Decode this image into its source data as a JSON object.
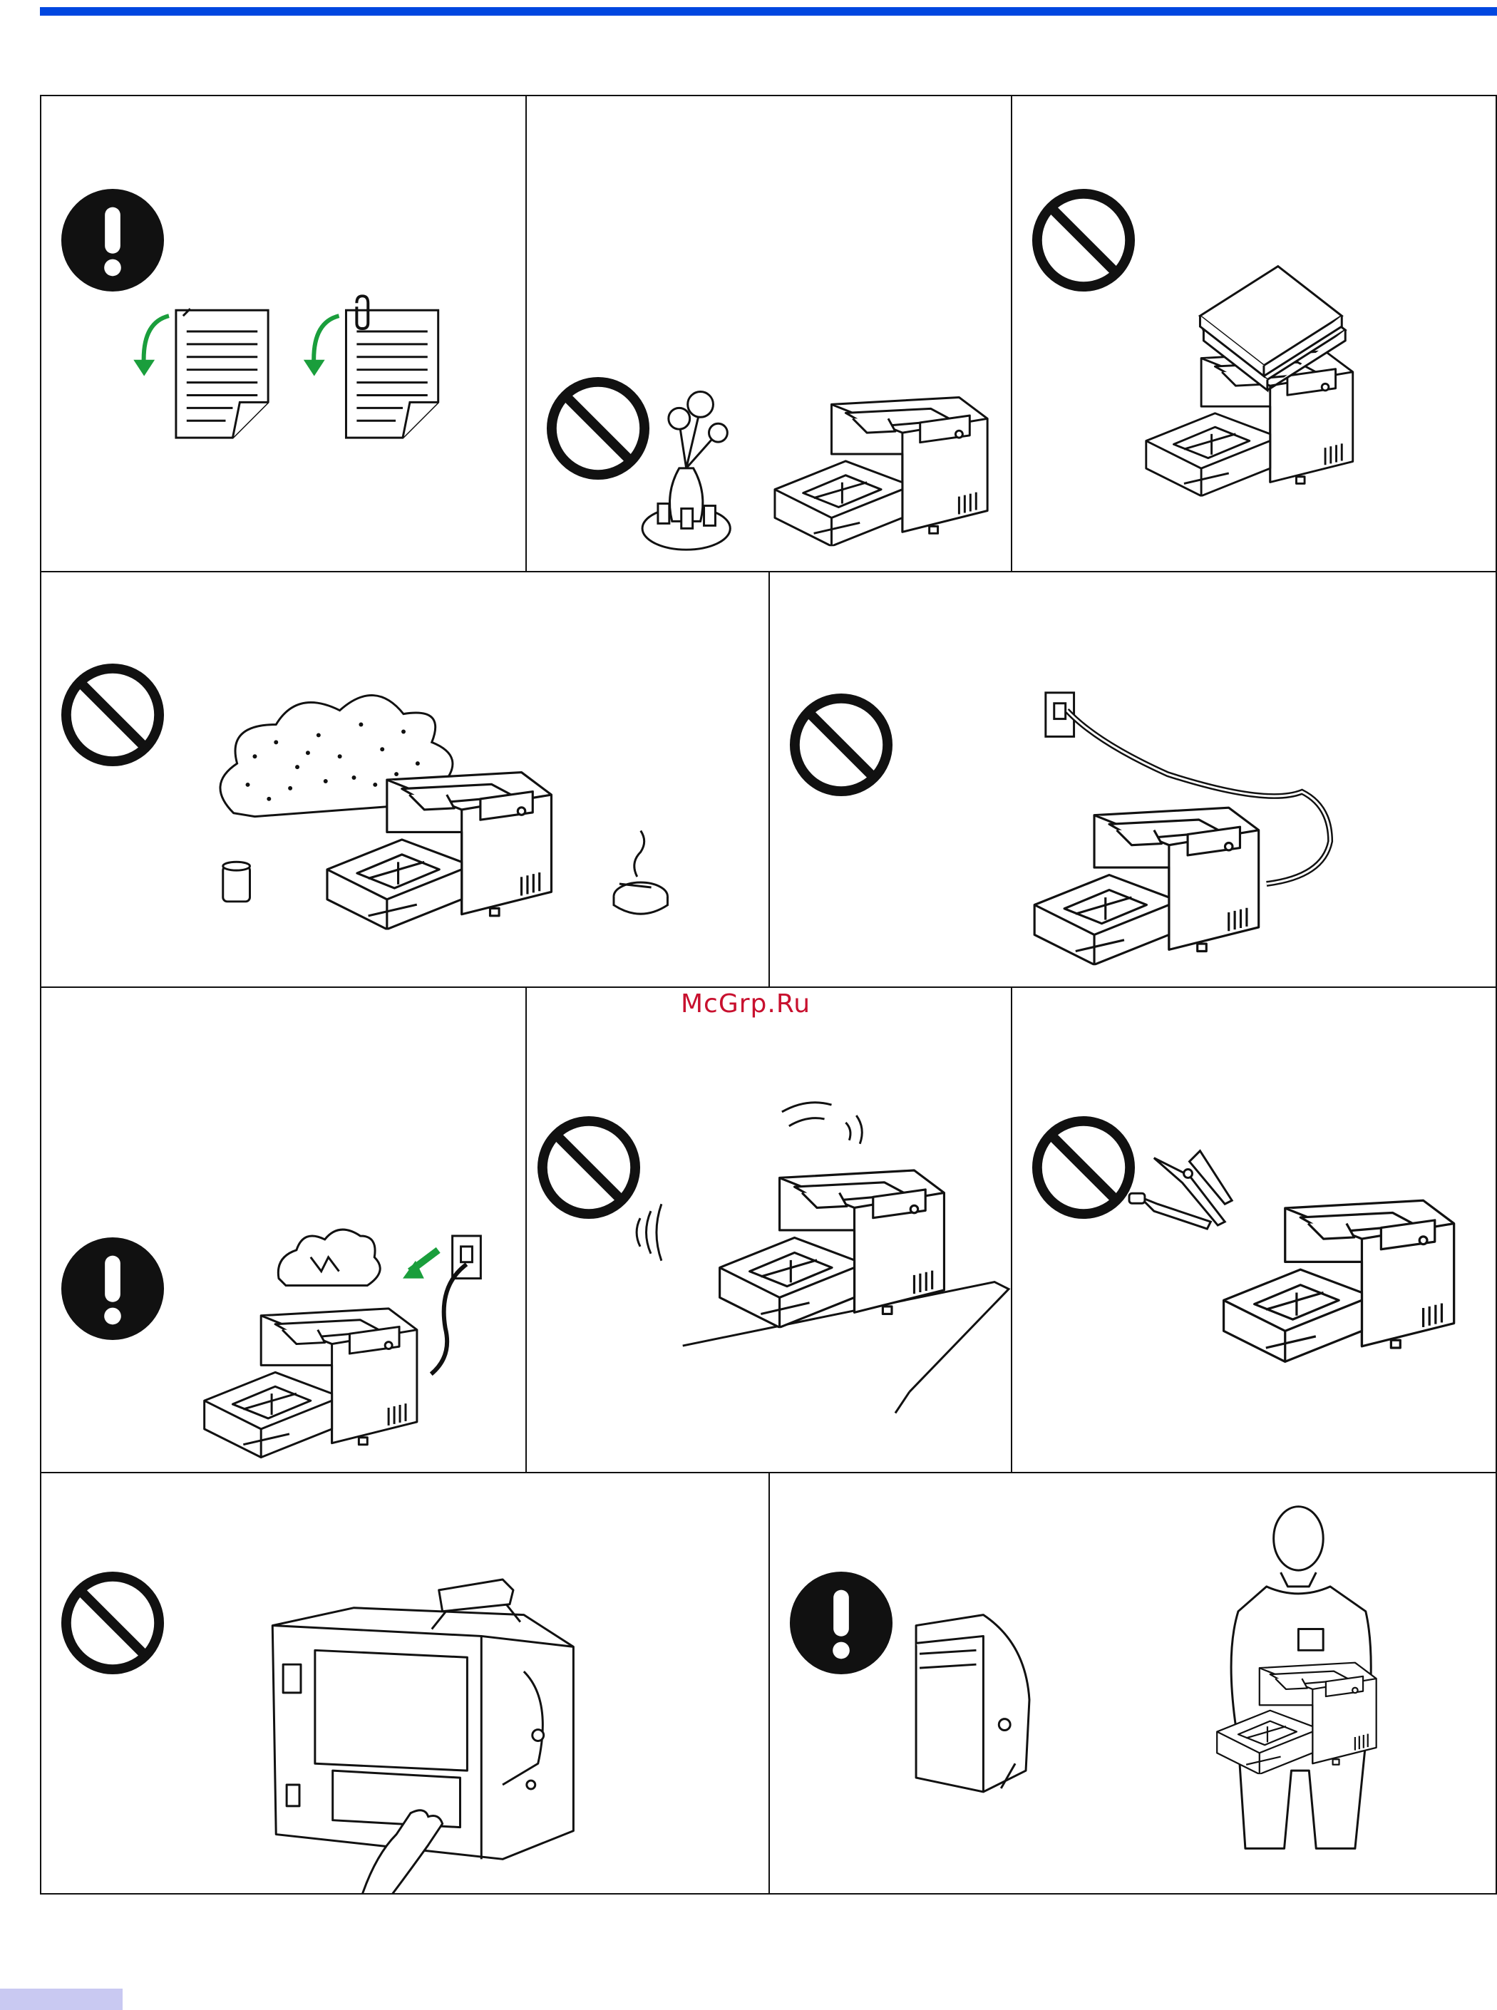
{
  "header": {
    "bar_color": "#0047e0"
  },
  "watermark": {
    "text": "McGrp.Ru",
    "color": "#c8102e"
  },
  "symbols": {
    "mandatory": "exclamation-mandatory-icon",
    "prohibited": "prohibition-icon"
  },
  "panels": [
    {
      "id": "remove-staples-clips",
      "symbol": "mandatory",
      "illustration": "stapled-and-clipped-document-icons"
    },
    {
      "id": "no-liquids-near-scanner",
      "symbol": "prohibited",
      "illustration": "vase-and-cups-beside-scanner"
    },
    {
      "id": "no-heavy-objects-on-top",
      "symbol": "prohibited",
      "illustration": "books-on-scanner"
    },
    {
      "id": "avoid-dust-humidity-smoke",
      "symbol": "prohibited",
      "illustration": "dust-cloud-smoke-scanner"
    },
    {
      "id": "no-damaged-power-cord",
      "symbol": "prohibited",
      "illustration": "scanner-with-power-cord"
    },
    {
      "id": "unplug-if-smoke-or-odor",
      "symbol": "mandatory",
      "illustration": "smoking-scanner-unplug"
    },
    {
      "id": "no-unstable-surface",
      "symbol": "prohibited",
      "illustration": "vibrating-scanner-on-table-edge"
    },
    {
      "id": "do-not-disassemble",
      "symbol": "prohibited",
      "illustration": "pliers-screwdriver-scanner"
    },
    {
      "id": "do-not-touch-internal-parts",
      "symbol": "prohibited",
      "illustration": "hand-inside-open-scanner"
    },
    {
      "id": "carry-by-bottom",
      "symbol": "mandatory",
      "illustration": "person-carrying-scanner"
    }
  ]
}
